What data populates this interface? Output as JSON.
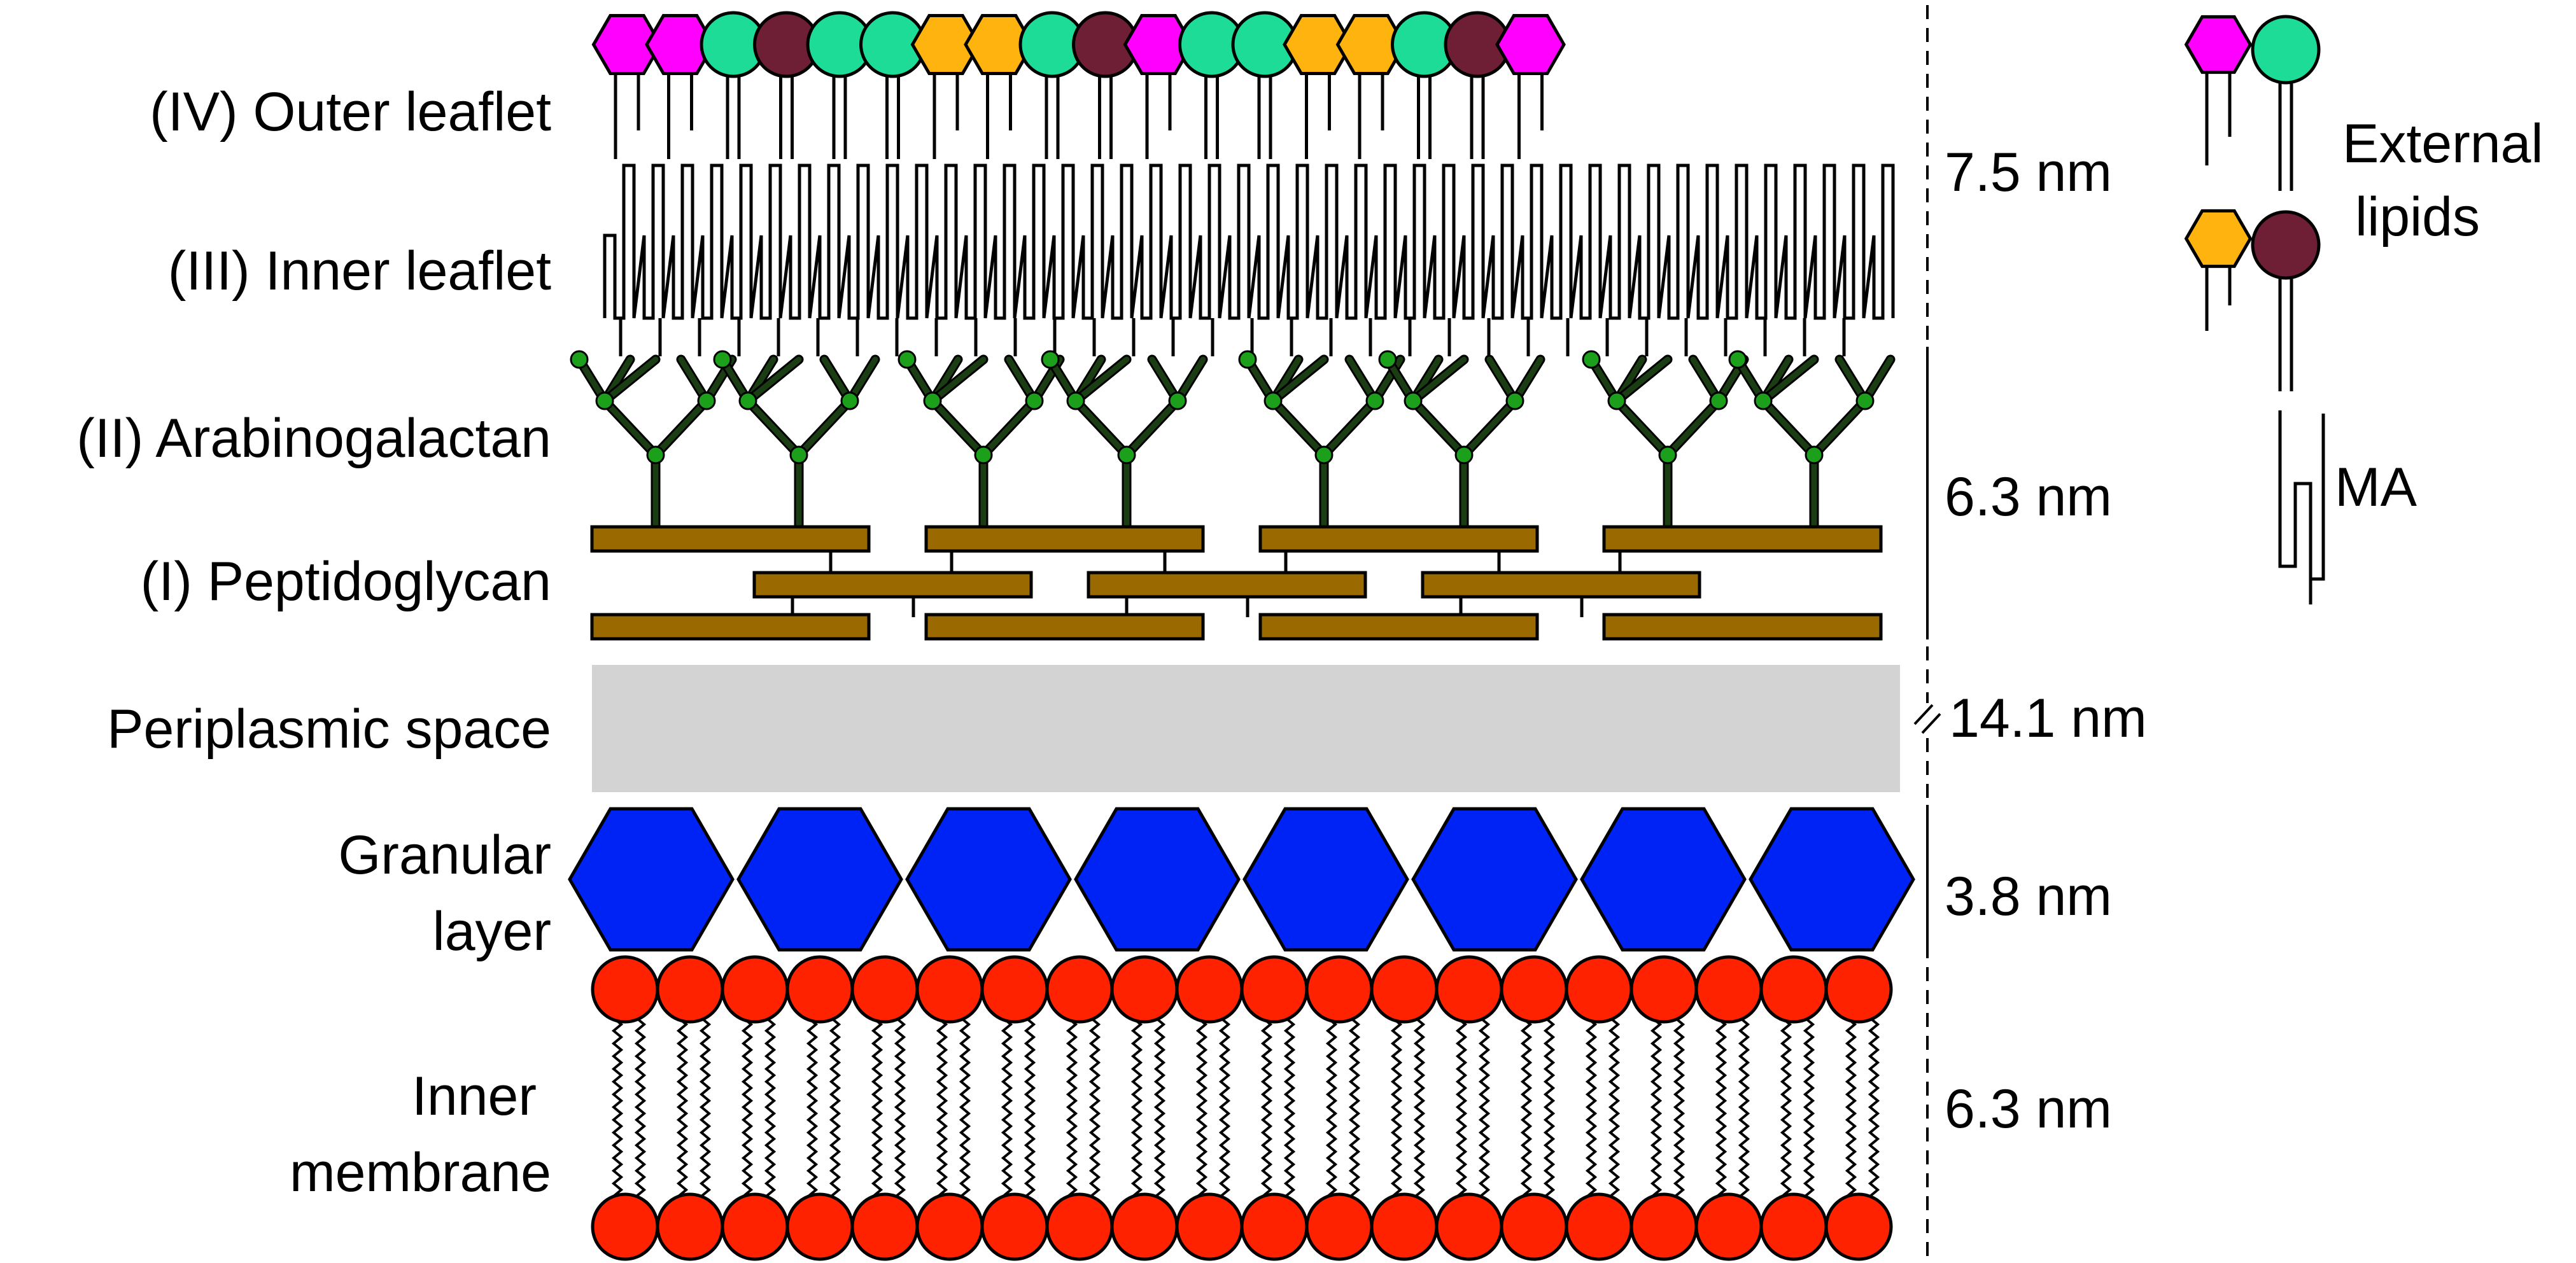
{
  "layers": {
    "outer_leaflet": "(IV) Outer leaflet",
    "inner_leaflet": "(III) Inner leaflet",
    "arabinogalactan": "(II) Arabinogalactan",
    "peptidoglycan": "(I) Peptidoglycan",
    "periplasmic": "Periplasmic space",
    "granular_1": "Granular",
    "granular_2": "layer",
    "inner_membrane_1": "Inner",
    "inner_membrane_2": "membrane"
  },
  "measurements": {
    "mycomembrane": "7.5 nm",
    "cell_wall": "6.3 nm",
    "periplasm": "14.1 nm",
    "granular": "3.8 nm",
    "inner_membrane": "6.3 nm"
  },
  "legend": {
    "external_1": "External",
    "external_2": "lipids",
    "ma": "MA"
  },
  "colors": {
    "magenta_head": "#ff00ff",
    "teal_head": "#1ddc98",
    "orange_head": "#ffb30f",
    "maroon_head": "#6e1f36",
    "arabinogalactan": "#1b3d13",
    "ag_node": "#1ca01c",
    "peptidoglycan": "#9a6a00",
    "periplasm": "#d3d3d3",
    "granular": "#0023f5",
    "phospholipid_head": "#ff2200"
  },
  "outer_heads": [
    "magenta",
    "magenta",
    "teal",
    "maroon",
    "teal",
    "teal",
    "orange",
    "orange",
    "teal",
    "maroon",
    "magenta",
    "teal",
    "teal",
    "orange",
    "orange",
    "teal",
    "maroon",
    "magenta"
  ],
  "legend_heads": [
    "magenta",
    "teal",
    "orange",
    "maroon"
  ]
}
